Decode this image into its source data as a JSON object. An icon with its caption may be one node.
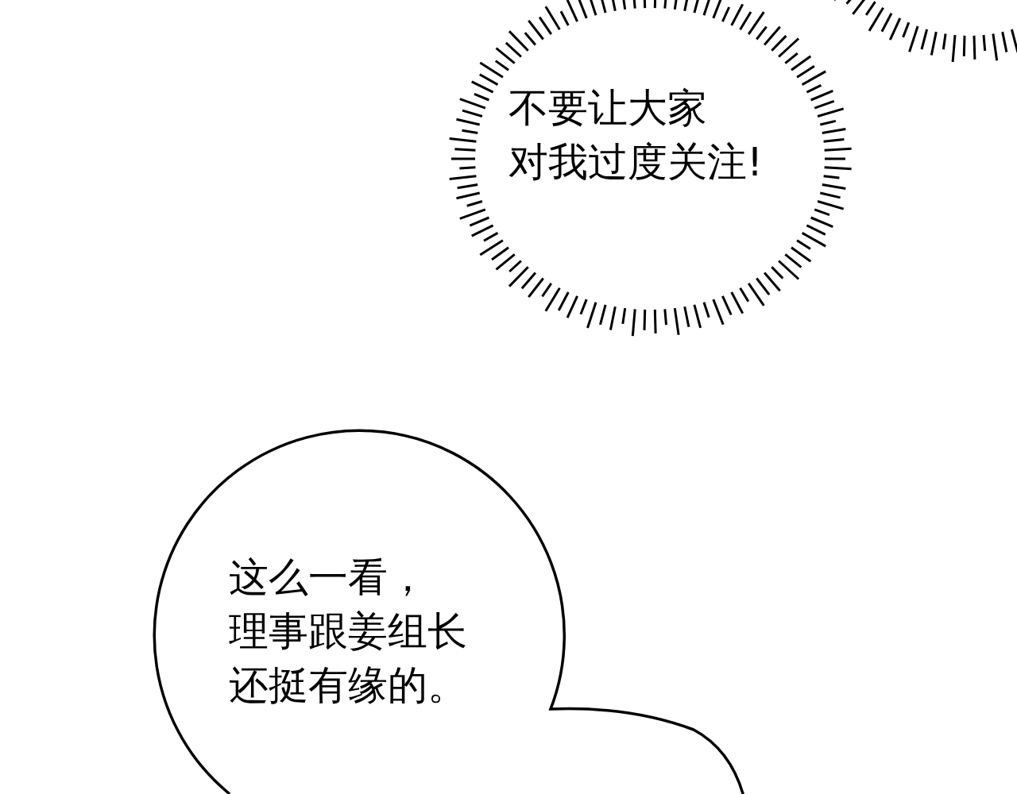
{
  "diagram": {
    "nodes": [
      {
        "text": [
          "不要让大家对我过度关注!"
        ]
      },
      {
        "text": [
          "这么一看，理事跟姜组长还挺有缘的。"
        ]
      },
      {
        "text": [],
        "shape": "burst"
      }
    ]
  }
}
